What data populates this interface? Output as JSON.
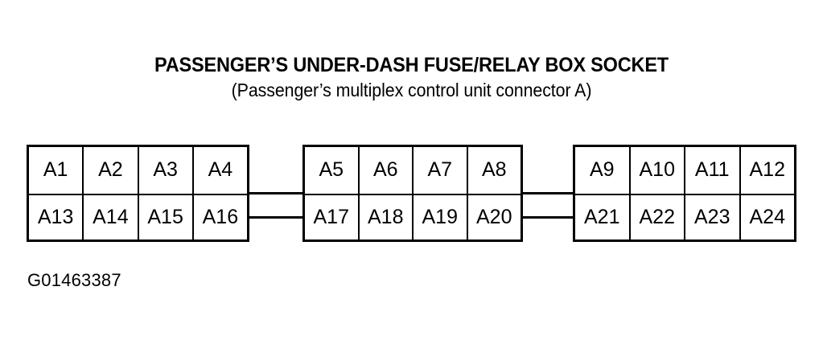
{
  "title": "PASSENGER’S UNDER-DASH FUSE/RELAY BOX SOCKET",
  "subtitle": "(Passenger’s multiplex control unit connector A)",
  "caption": "G01463387",
  "colors": {
    "background": "#ffffff",
    "ink": "#000000"
  },
  "diagram": {
    "type": "connector-pinout",
    "blocks": [
      {
        "id": "block-1",
        "rows": [
          {
            "cells": [
              "A1",
              "A2",
              "A3",
              "A4"
            ]
          },
          {
            "cells": [
              "A13",
              "A14",
              "A15",
              "A16"
            ]
          }
        ]
      },
      {
        "id": "block-2",
        "rows": [
          {
            "cells": [
              "A5",
              "A6",
              "A7",
              "A8"
            ]
          },
          {
            "cells": [
              "A17",
              "A18",
              "A19",
              "A20"
            ]
          }
        ]
      },
      {
        "id": "block-3",
        "rows": [
          {
            "cells": [
              "A9",
              "A10",
              "A11",
              "A12"
            ]
          },
          {
            "cells": [
              "A21",
              "A22",
              "A23",
              "A24"
            ]
          }
        ]
      }
    ],
    "links": [
      {
        "id": "link-upper-left"
      },
      {
        "id": "link-lower-left"
      },
      {
        "id": "link-upper-right"
      },
      {
        "id": "link-lower-right"
      }
    ]
  }
}
